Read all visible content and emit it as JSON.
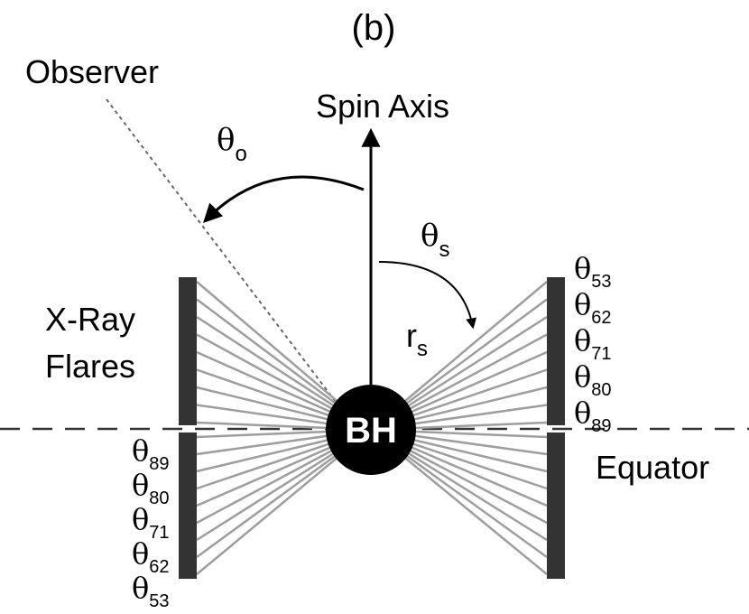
{
  "panel_label": "(b)",
  "labels": {
    "observer": "Observer",
    "spin_axis": "Spin Axis",
    "xray_flares_line1": "X-Ray",
    "xray_flares_line2": "Flares",
    "equator": "Equator",
    "black_hole": "BH"
  },
  "angles": {
    "observer": {
      "symbol": "θ",
      "sub": "o"
    },
    "source": {
      "symbol": "θ",
      "sub": "s"
    },
    "radius": {
      "symbol": "r",
      "sub": "s"
    }
  },
  "flare_angles_right": [
    {
      "symbol": "θ",
      "sub": "53"
    },
    {
      "symbol": "θ",
      "sub": "62"
    },
    {
      "symbol": "θ",
      "sub": "71"
    },
    {
      "symbol": "θ",
      "sub": "80"
    },
    {
      "symbol": "θ",
      "sub": "89"
    }
  ],
  "flare_angles_left": [
    {
      "symbol": "θ",
      "sub": "89"
    },
    {
      "symbol": "θ",
      "sub": "80"
    },
    {
      "symbol": "θ",
      "sub": "71"
    },
    {
      "symbol": "θ",
      "sub": "62"
    },
    {
      "symbol": "θ",
      "sub": "53"
    }
  ],
  "colors": {
    "bar": "#333333",
    "rays": "#9e9e9e",
    "black_hole": "#000000"
  }
}
